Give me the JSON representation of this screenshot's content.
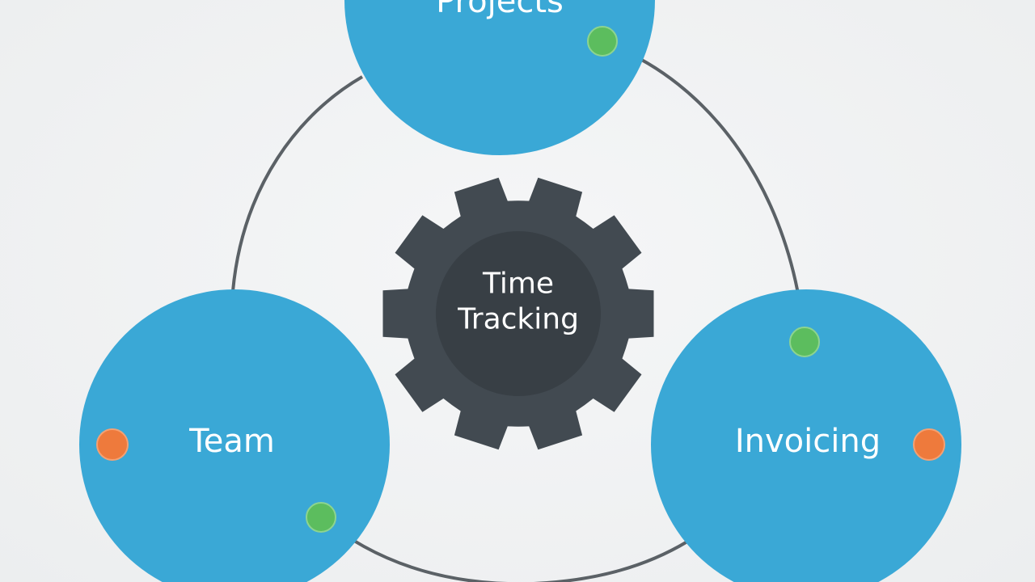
{
  "diagram": {
    "hub": {
      "label_line1": "Time",
      "label_line2": "Tracking",
      "icon": "gear-icon"
    },
    "nodes": {
      "projects": {
        "label": "Projects"
      },
      "team": {
        "label": "Team"
      },
      "invoicing": {
        "label": "Invoicing"
      }
    },
    "colors": {
      "background": "#eef0f1",
      "node_fill": "#3aa8d6",
      "gear_fill": "#424a51",
      "gear_center": "#383f45",
      "connector": "#5b6166",
      "dot_green": "#5cbd5e",
      "dot_orange": "#ee7a3c"
    }
  }
}
